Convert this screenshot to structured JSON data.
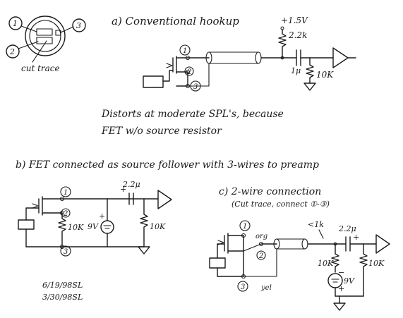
{
  "legend": {
    "pin1": "1",
    "pin2": "2",
    "pin3": "3",
    "cut_trace": "cut trace"
  },
  "section_a": {
    "title": "a) Conventional hookup",
    "supply": "+1.5V",
    "r_bias": "2.2k",
    "cap": "1μ",
    "r_load": "10K",
    "pin1": "1",
    "pin2": "2",
    "pin3": "3",
    "note_line1": "Distorts at moderate SPL's, because",
    "note_line2": "FET w/o source resistor"
  },
  "section_b": {
    "title": "b) FET connected as source follower with 3-wires to preamp",
    "pin1": "1",
    "pin2": "2",
    "pin3": "3",
    "r_source": "10K",
    "battery": "9V",
    "battery_plus": "+",
    "cap": "2.2μ",
    "cap_plus": "+",
    "r_out": "10K"
  },
  "section_c": {
    "title": "c) 2-wire connection",
    "subtitle": "(Cut trace, connect ①-③)",
    "pin1": "1",
    "pin2": "2",
    "pin3": "3",
    "wire_org": "org",
    "wire_yel": "yel",
    "r_small": "<1k",
    "cap": "2.2μ",
    "cap_plus": "+",
    "r_bias": "10K",
    "r_out": "10K",
    "battery": "9V",
    "battery_minus": "−",
    "battery_plus": "+"
  },
  "dates": {
    "line1": "6/19/98SL",
    "line2": "3/30/98SL"
  }
}
